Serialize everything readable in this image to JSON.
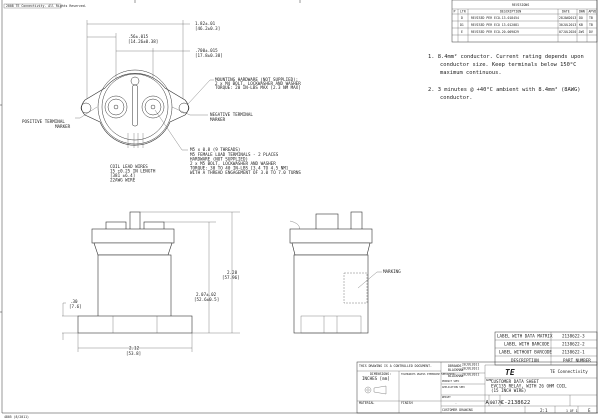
{
  "copyright": "2008 TE Connectivity. All Rights Reserved.",
  "revisions": {
    "title": "REVISIONS",
    "headers": [
      "P",
      "LTR",
      "DESCRIPTION",
      "DATE",
      "DWN",
      "APVD"
    ],
    "rows": [
      {
        "ltr": "D",
        "desc": "REVISED PER ECO-13-018454",
        "date": "28JAN2013",
        "dwn": "DO",
        "apvd": "TB"
      },
      {
        "ltr": "D1",
        "desc": "REVISED PER ECO 13-012081",
        "date": "30JUL2013",
        "dwn": "KB",
        "apvd": "TB"
      },
      {
        "ltr": "E",
        "desc": "REVISED PER ECO-20-009029",
        "date": "07JUL2020",
        "dwn": "JWS",
        "apvd": "DV"
      }
    ]
  },
  "notes": {
    "n1": [
      "1.  8.4mm² conductor. Current rating depends upon",
      "conductor size. Keep terminals below 150°C",
      "maximum continuous."
    ],
    "n2": [
      "2.  3 minutes @ +40°C ambient with 8.4mm² (8AWG)",
      "conductor."
    ]
  },
  "top_view": {
    "dim1": [
      "1.82±.01",
      "[46.2±0.3]"
    ],
    "dim2": [
      ".56±.015",
      "[14.26±0.38]"
    ],
    "dim3": [
      ".700±.015",
      "[17.8±0.38]"
    ],
    "mounting": [
      "MOUNTING HARDWARE (NOT SUPPLIED):",
      "2 x M4 BOLT, LOCKWASHER AND WASHER",
      "TORQUE: 20 IN-LBS MAX [2.3 NM MAX]"
    ],
    "negative": [
      "NEGATIVE TERMINAL",
      "MARKER"
    ],
    "positive": [
      "POSITIVE TERMINAL",
      "MARKER"
    ],
    "m5": [
      "M5 x 0.8 (9 THREADS)",
      "M5 FEMALE LOAD TERMINALS - 2 PLACES",
      "HARDWARE (NOT SUPPLIED)",
      "2 x M5 BOLT, LOCKWASHER AND WASHER",
      "TORQUE: 30 TO 40 IN-LBS [3.4 TO 4.5 NM]",
      "WITH A THREAD ENGAGEMENT OF 3.0 TO 7.0 TURNS"
    ],
    "coil": [
      "COIL LEAD WIRES",
      "15 ±0.25 IN LENGTH",
      "[381 ±6.4]",
      "22AWG WIRE"
    ]
  },
  "front_view": {
    "h_total": [
      "2.28",
      "[57.96]"
    ],
    "h_body": [
      "2.07±.02",
      "[52.6±0.5]"
    ],
    "base": [
      ".30",
      "[7.6]"
    ],
    "width": [
      "2.12",
      "[53.8]"
    ]
  },
  "side_view": {
    "marking": "MARKING"
  },
  "part_table": {
    "rows": [
      {
        "desc": "LABEL WITH DATA MATRIX",
        "pn": "2138622-3"
      },
      {
        "desc": "LABEL WITH BARCODE",
        "pn": "2138622-2"
      },
      {
        "desc": "LABEL WITHOUT BARCODE",
        "pn": "2138622-1"
      }
    ],
    "headers": {
      "desc": "DESCRIPTION",
      "pn": "PART NUMBER"
    }
  },
  "title_block": {
    "controlled": "THIS DRAWING IS A CONTROLLED DOCUMENT.",
    "dimensions_label": "DIMENSIONS:",
    "units": "INCHES [mm]",
    "tolerances": "TOLERANCES UNLESS OTHERWISE SPECIFIED:",
    "material": "MATERIAL",
    "finish": "FINISH",
    "dwn": "DBRANDS",
    "dwn_date": "20JUL2011",
    "chk": "BLACKMAN",
    "chk_date": "20JUL2011",
    "apvd": "BLACKMAN",
    "apvd_date": "20JUL2011",
    "product_spec": "PRODUCT SPEC",
    "application_spec": "APPLICATION SPEC",
    "weight": "WEIGHT",
    "customer_drawing": "CUSTOMER DRAWING",
    "company": "TE Connectivity",
    "logo": "TE",
    "name_label": "NAME",
    "title": [
      "CUSTOMER DATA SHEET",
      "EVC135 RELAY, WITH 26 OHM COIL",
      "(15 INCH WIRE)"
    ],
    "size": "A",
    "cage": "00779",
    "drawing_no": "C-2138622",
    "scale": "2:1",
    "sheet": "1 OF 1",
    "rev": "E",
    "dash": "-"
  },
  "footer": "4805 (8/2011)"
}
